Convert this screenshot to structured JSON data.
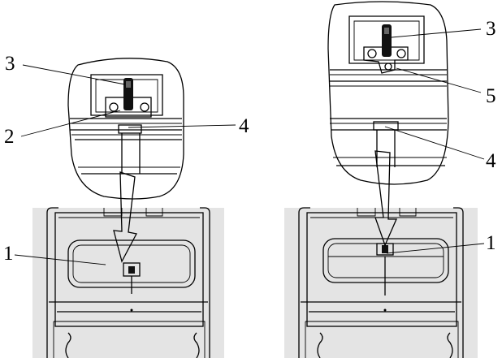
{
  "left_panel": {
    "callouts": [
      "3",
      "2",
      "4",
      "1"
    ]
  },
  "right_panel": {
    "callouts": [
      "3",
      "5",
      "4",
      "1"
    ]
  },
  "colors": {
    "panel_fill": "#e4e4e4",
    "line": "#000000",
    "background": "#ffffff"
  }
}
